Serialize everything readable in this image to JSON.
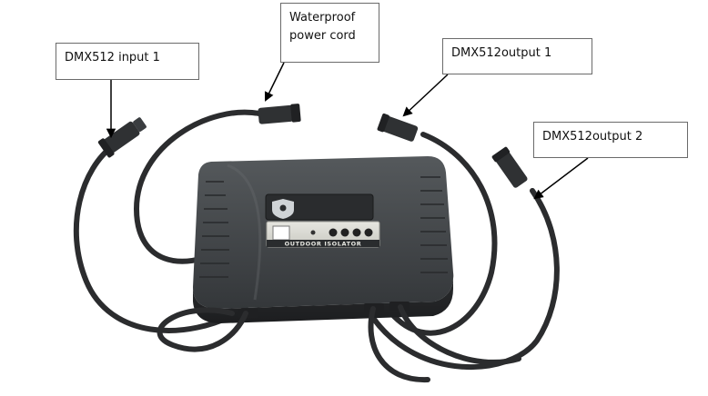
{
  "labels": {
    "dmx_input_1": "DMX512 input 1",
    "power_cord_line1": "Waterproof",
    "power_cord_line2": "power cord",
    "dmx_output_1": "DMX512output 1",
    "dmx_output_2": "DMX512output 2"
  },
  "device": {
    "panel_text": "OUTDOOR ISOLATOR"
  },
  "colors": {
    "housing": "#3b3e40",
    "cable": "#2b2c2e",
    "panel": "#d8d8d2",
    "callout_border": "#6a6a6a",
    "arrow": "#000000"
  }
}
